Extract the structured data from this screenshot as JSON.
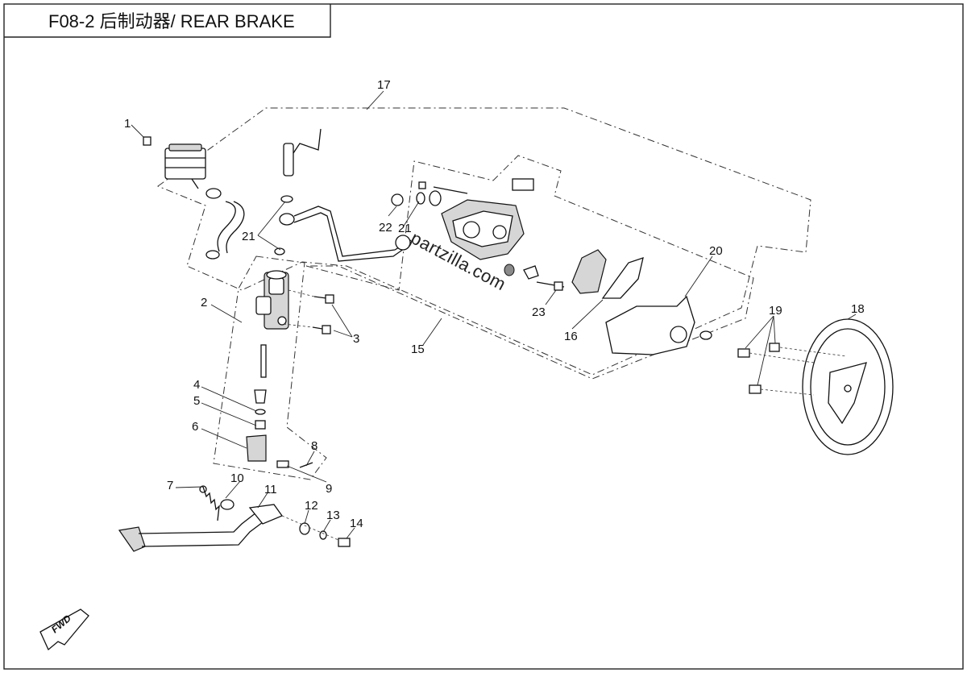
{
  "header": {
    "title": "F08-2 后制动器/ REAR BRAKE"
  },
  "watermark": "partzilla.com",
  "fwd_label": "FWD",
  "callouts": [
    {
      "id": "c1",
      "label": "1"
    },
    {
      "id": "c2",
      "label": "2"
    },
    {
      "id": "c3",
      "label": "3"
    },
    {
      "id": "c4",
      "label": "4"
    },
    {
      "id": "c5",
      "label": "5"
    },
    {
      "id": "c6",
      "label": "6"
    },
    {
      "id": "c7",
      "label": "7"
    },
    {
      "id": "c8",
      "label": "8"
    },
    {
      "id": "c9",
      "label": "9"
    },
    {
      "id": "c10",
      "label": "10"
    },
    {
      "id": "c11",
      "label": "11"
    },
    {
      "id": "c12",
      "label": "12"
    },
    {
      "id": "c13",
      "label": "13"
    },
    {
      "id": "c14",
      "label": "14"
    },
    {
      "id": "c15",
      "label": "15"
    },
    {
      "id": "c16",
      "label": "16"
    },
    {
      "id": "c17",
      "label": "17"
    },
    {
      "id": "c18",
      "label": "18"
    },
    {
      "id": "c19",
      "label": "19"
    },
    {
      "id": "c20",
      "label": "20"
    },
    {
      "id": "c21a",
      "label": "21"
    },
    {
      "id": "c21b",
      "label": "21"
    },
    {
      "id": "c22",
      "label": "22"
    },
    {
      "id": "c23",
      "label": "23"
    }
  ]
}
